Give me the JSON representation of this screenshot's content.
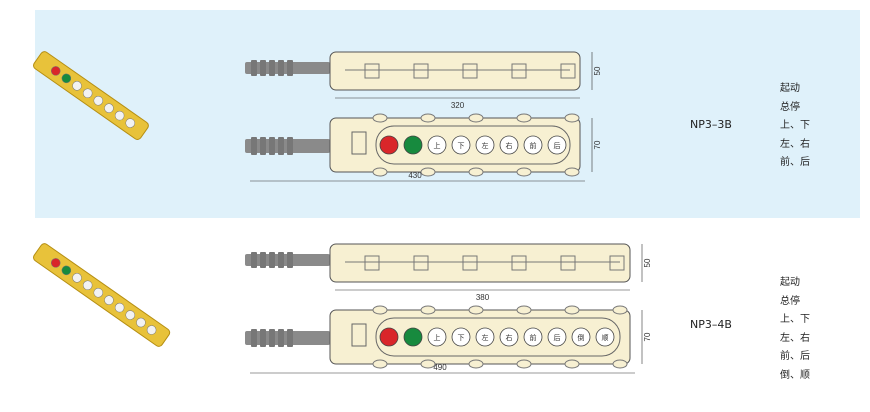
{
  "products": [
    {
      "model": "NP3–3B",
      "top_length": "320",
      "top_height": "50",
      "front_length": "430",
      "front_height": "70",
      "buttons": [
        {
          "color": "#d9262a",
          "label": ""
        },
        {
          "color": "#178a3e",
          "label": ""
        },
        {
          "label": "上"
        },
        {
          "label": "下"
        },
        {
          "label": "左"
        },
        {
          "label": "右"
        },
        {
          "label": "前"
        },
        {
          "label": "后"
        }
      ],
      "functions": [
        "起动",
        "总停",
        "上、下",
        "左、右",
        "前、后"
      ]
    },
    {
      "model": "NP3–4B",
      "top_length": "380",
      "top_height": "50",
      "front_length": "490",
      "front_height": "70",
      "buttons": [
        {
          "color": "#d9262a",
          "label": ""
        },
        {
          "color": "#178a3e",
          "label": ""
        },
        {
          "label": "上"
        },
        {
          "label": "下"
        },
        {
          "label": "左"
        },
        {
          "label": "右"
        },
        {
          "label": "前"
        },
        {
          "label": "后"
        },
        {
          "label": "倒"
        },
        {
          "label": "顺"
        }
      ],
      "functions": [
        "起动",
        "总停",
        "上、下",
        "左、右",
        "前、后",
        "倒、顺"
      ]
    }
  ],
  "colors": {
    "panel": "#dff1fa",
    "body": "#f7f0d2",
    "pendant": "#e8c23a"
  }
}
